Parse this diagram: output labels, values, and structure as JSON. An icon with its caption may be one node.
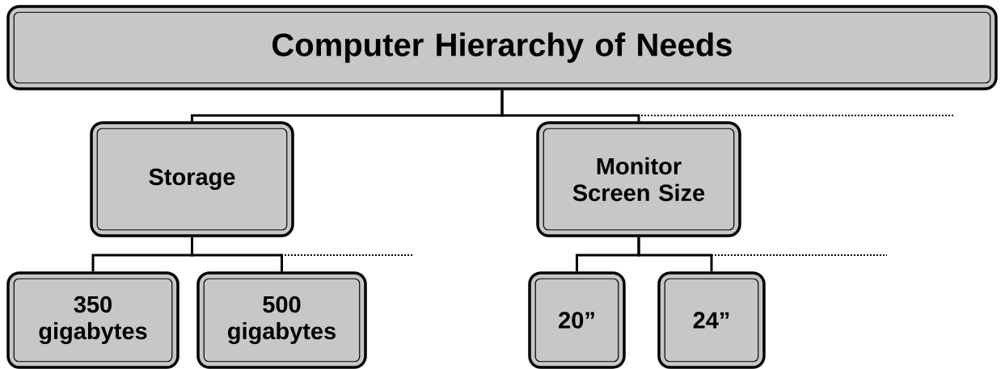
{
  "diagram": {
    "nodes": [
      {
        "text": [
          "Computer Hierarchy of Needs"
        ]
      },
      {
        "text": [
          "Storage"
        ]
      },
      {
        "text": [
          "Monitor Screen Size"
        ]
      },
      {
        "text": [
          "350 gigabytes"
        ]
      },
      {
        "text": [
          "500 gigabytes"
        ]
      },
      {
        "text": [
          "20”"
        ]
      },
      {
        "text": [
          "24”"
        ]
      }
    ],
    "edges": [
      {
        "from": 0,
        "to": 1,
        "arrow": "none"
      },
      {
        "from": 0,
        "to": 2,
        "arrow": "none"
      },
      {
        "from": 1,
        "to": 3,
        "arrow": "none"
      },
      {
        "from": 1,
        "to": 4,
        "arrow": "none"
      },
      {
        "from": 2,
        "to": 5,
        "arrow": "none"
      },
      {
        "from": 2,
        "to": 6,
        "arrow": "none"
      }
    ]
  }
}
